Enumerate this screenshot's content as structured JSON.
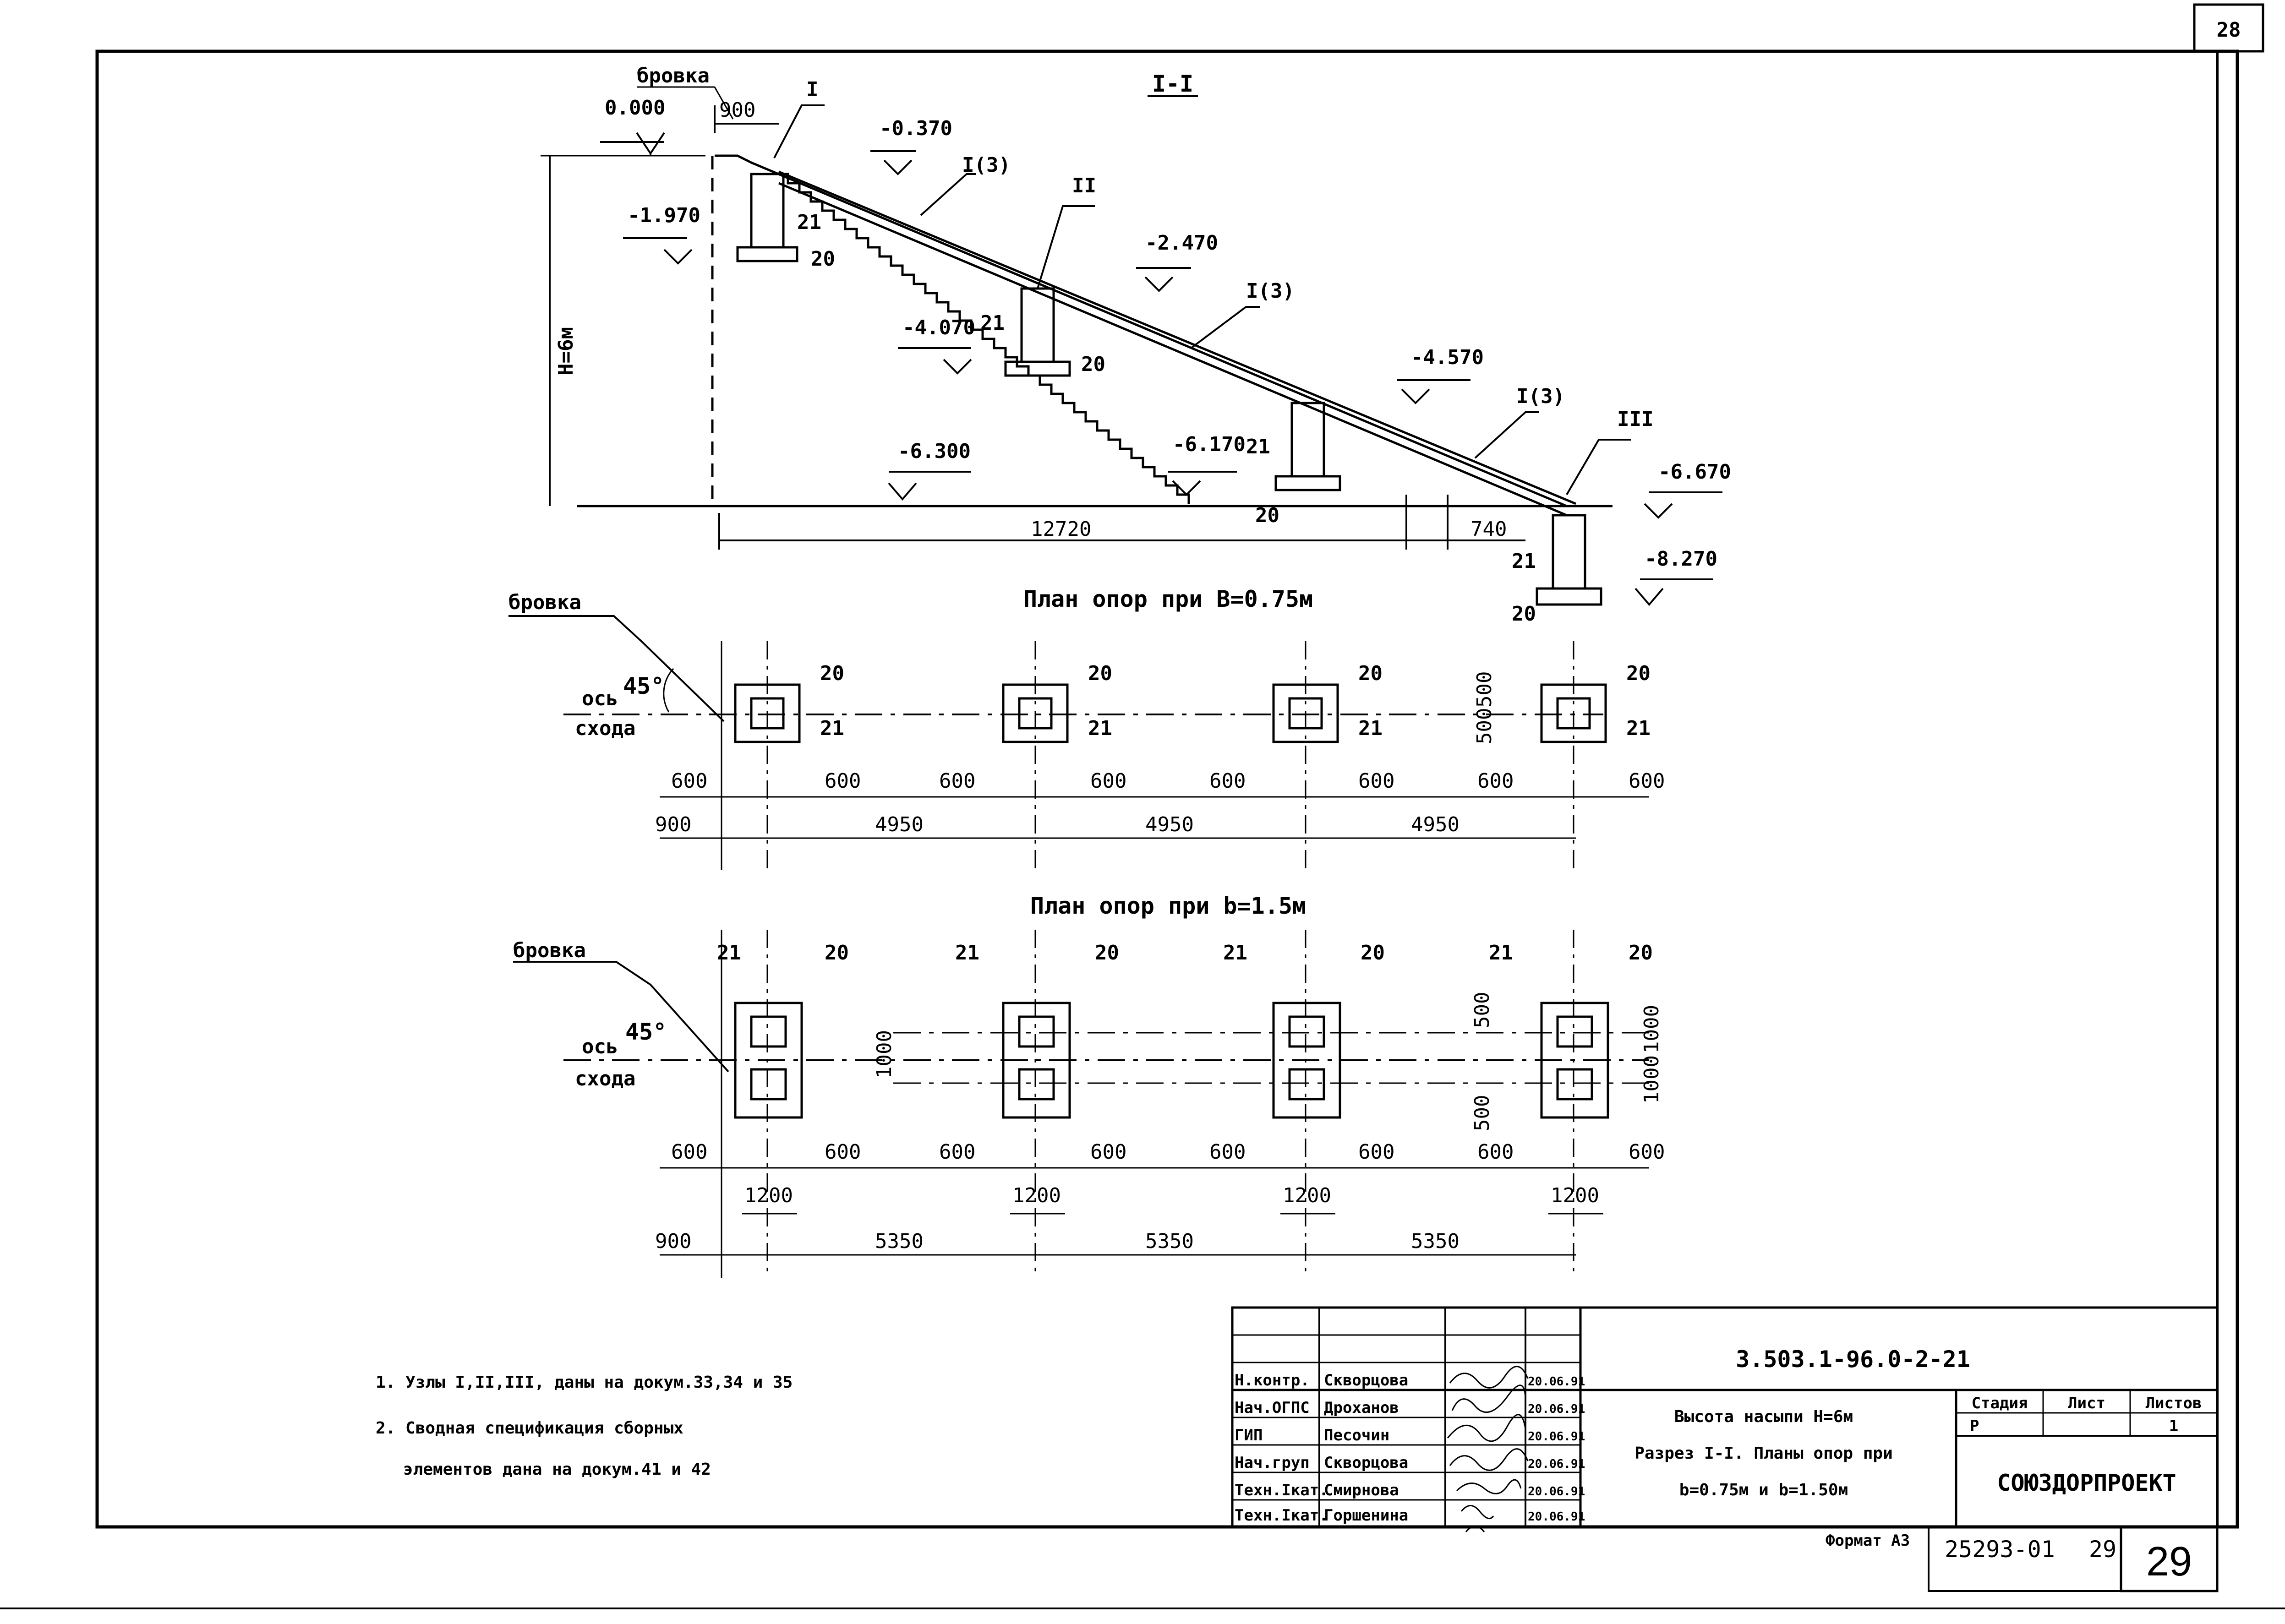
{
  "sheet": {
    "corner_page": "28",
    "section_title": "I-I",
    "plan1_title": "План опор при B=0.75м",
    "plan2_title": "План опор при b=1.5м",
    "format_label": "Формат А3",
    "bottom_code": "25293-01",
    "bottom_small_page": "29",
    "bottom_page": "29"
  },
  "section": {
    "brovka": "бровка",
    "elevations": [
      "0.000",
      "-0.370",
      "-1.970",
      "-2.470",
      "-4.070",
      "-4.570",
      "-6.170",
      "-6.300",
      "-6.670",
      "-8.270"
    ],
    "nodes": [
      "I",
      "II",
      "III"
    ],
    "flight_labels": [
      "I(3)",
      "I(3)",
      "I(3)"
    ],
    "element_labels": [
      "21",
      "20",
      "21",
      "20",
      "21",
      "20",
      "21",
      "20"
    ],
    "height_label": "H=6м",
    "dims": {
      "top": "900",
      "base": "12720",
      "end": "740"
    }
  },
  "plan1": {
    "brovka": "бровка",
    "axis_label_1": "ось",
    "axis_label_2": "схода",
    "angle": "45°",
    "support_labels": [
      "20",
      "21"
    ],
    "side_dim": "600",
    "vert_dims": [
      "500",
      "500"
    ],
    "chain": [
      "900",
      "4950",
      "4950",
      "4950"
    ]
  },
  "plan2": {
    "brovka": "бровка",
    "axis_label_1": "ось",
    "axis_label_2": "схода",
    "angle": "45°",
    "support_labels": [
      "21",
      "20"
    ],
    "side_dim": "600",
    "width_dim": "1200",
    "left_dim": "1000",
    "right_dims": [
      "500",
      "500",
      "1000",
      "1000"
    ],
    "chain": [
      "900",
      "5350",
      "5350",
      "5350"
    ]
  },
  "notes": [
    "1. Узлы I,II,III, даны на докум.33,34 и 35",
    "2. Сводная спецификация сборных",
    "элементов дана на докум.41 и 42"
  ],
  "title_block": {
    "doc_code": "3.503.1-96.0-2-21",
    "description": [
      "Высота насыпи H=6м",
      "Разрез I-I. Планы опор при",
      "b=0.75м и b=1.50м"
    ],
    "stage_header": "Стадия",
    "sheet_header": "Лист",
    "sheets_header": "Листов",
    "stage": "Р",
    "sheets": "1",
    "organization": "СОЮЗДОРПРОЕКТ",
    "staff": [
      {
        "role": "Н.контр.",
        "name": "Скворцова",
        "date": "20.06.91"
      },
      {
        "role": "Нач.ОГПС",
        "name": "Дроханов",
        "date": "20.06.91"
      },
      {
        "role": "ГИП",
        "name": "Песочин",
        "date": "20.06.91"
      },
      {
        "role": "Нач.груп",
        "name": "Скворцова",
        "date": "20.06.91"
      },
      {
        "role": "Техн.Iкат.",
        "name": "Смирнова",
        "date": "20.06.91"
      },
      {
        "role": "Техн.Iкат.",
        "name": "Горшенина",
        "date": "20.06.91"
      }
    ]
  }
}
